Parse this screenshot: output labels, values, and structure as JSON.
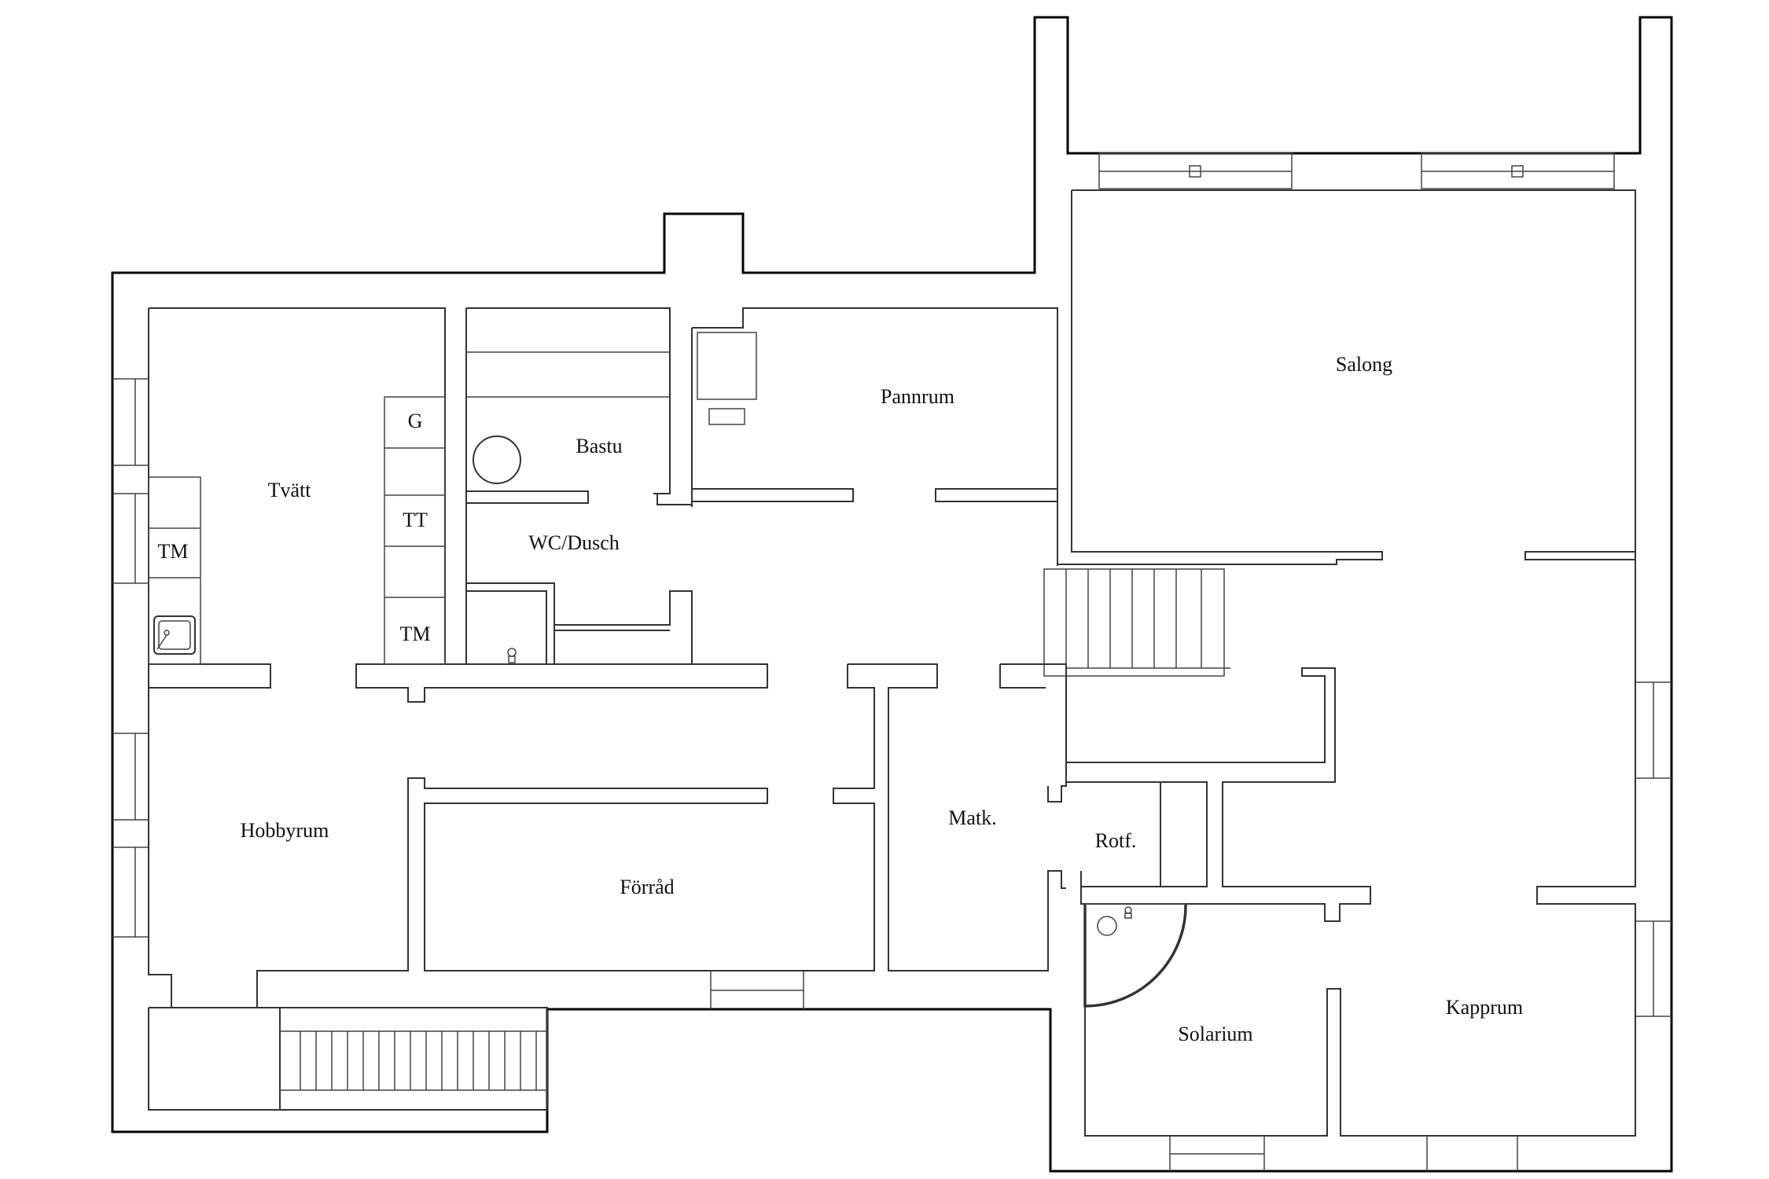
{
  "rooms": {
    "tvatt": "Tvätt",
    "bastu": "Bastu",
    "pannrum": "Pannrum",
    "salong": "Salong",
    "wc_dusch": "WC/Dusch",
    "hobbyrum": "Hobbyrum",
    "forrad": "Förråd",
    "matk": "Matk.",
    "rotf": "Rotf.",
    "solarium": "Solarium",
    "kapprum": "Kapprum"
  },
  "appliances": {
    "g": "G",
    "tt": "TT",
    "tm_left": "TM",
    "tm_right": "TM"
  }
}
